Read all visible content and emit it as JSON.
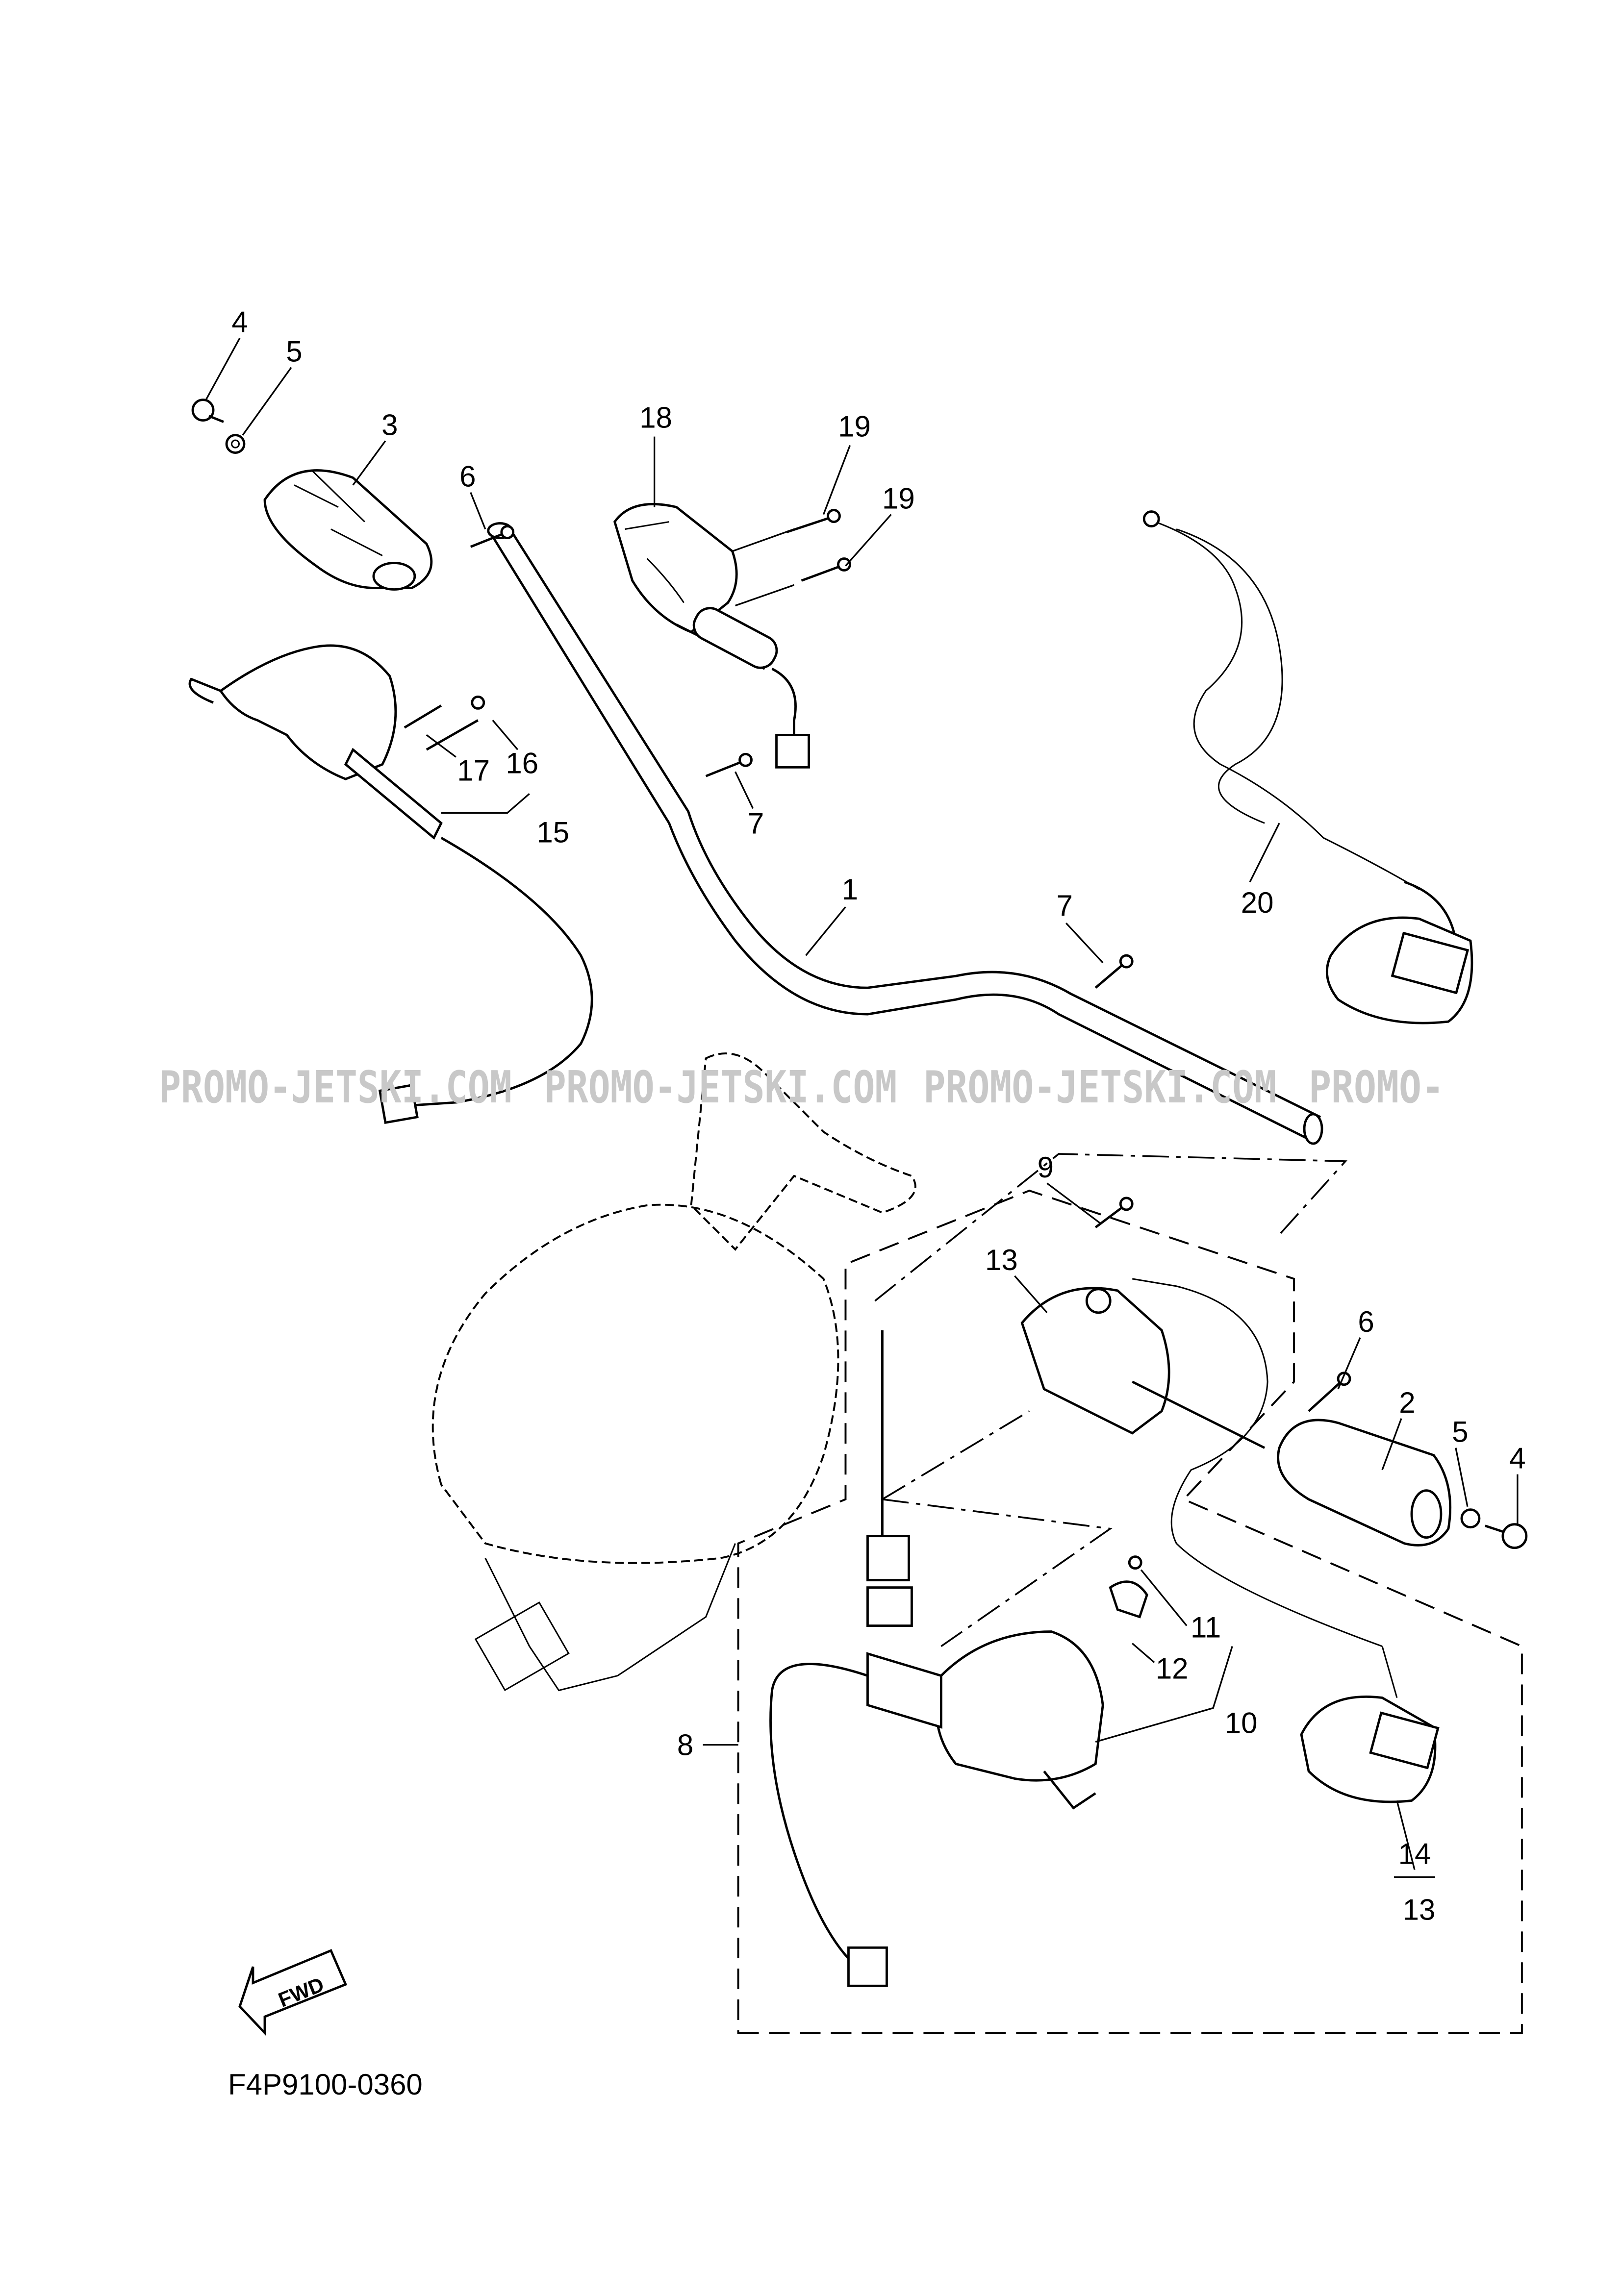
{
  "diagram": {
    "part_code": "F4P9100-0360",
    "fwd_label": "FWD",
    "watermark": [
      "PROMO-JETSKI.COM",
      "PROMO-JETSKI.COM",
      "PROMO-JETSKI.COM",
      "PROMO-"
    ],
    "callouts": [
      "4",
      "5",
      "3",
      "6",
      "18",
      "19",
      "19",
      "16",
      "17",
      "15",
      "7",
      "1",
      "7",
      "20",
      "9",
      "13",
      "6",
      "2",
      "5",
      "4",
      "11",
      "12",
      "10",
      "8",
      "14",
      "13"
    ]
  }
}
